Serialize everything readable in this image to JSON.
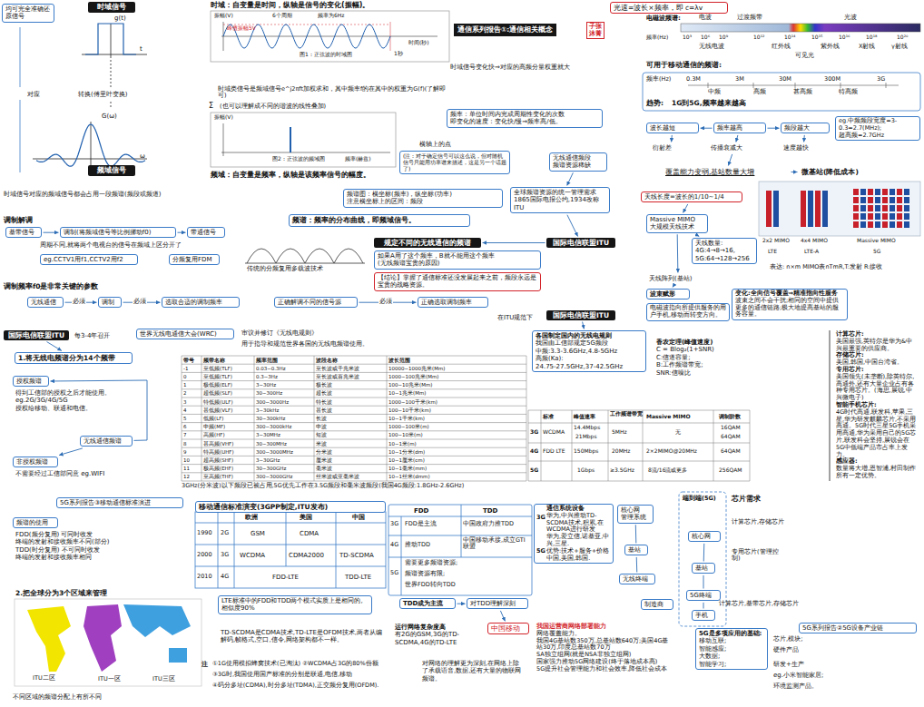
{
  "diagram": {
    "title": "通信系列报告①:通信相关概念",
    "nodes": [
      {
        "text": [
          "均可完全准确还原信号"
        ]
      },
      {
        "text": [
          "时域信号"
        ]
      },
      {
        "text": [
          "频域信号"
        ]
      },
      {
        "text": [
          "频率：单位时间内完成周期性变化的次数",
          "即变化的速度：变化快/慢⇒频率高/低。"
        ]
      },
      {
        "text": [
          "(注：对于确定信号可以这么说，但对随机信号只能用功率谱来描述，这是另一个话题了)"
        ]
      },
      {
        "text": [
          "无线通信频段",
          "频谱资源稀缺"
        ]
      },
      {
        "text": [
          "全球频谱资源的统一管理需求",
          "1865国际电报公约,1934改称ITU"
        ]
      },
      {
        "text": [
          "频谱图：横坐标(频率)，纵坐标(功率)",
          "注意横坐标上的区间：频段"
        ]
      },
      {
        "text": [
          "频谱：频率的分布曲线，即频域信号。"
        ]
      },
      {
        "text": [
          "光速=波长×频率，即 c=λv"
        ]
      },
      {
        "text": [
          "波长越短"
        ]
      },
      {
        "text": [
          "频率越高"
        ]
      },
      {
        "text": [
          "频段越大"
        ]
      },
      {
        "text": [
          "eg.中频频段宽度=3-0.3=2.7(MHz);",
          "超高频=2.7GHz"
        ]
      },
      {
        "text": [
          "衍射差"
        ]
      },
      {
        "text": [
          "传播衰减大"
        ]
      },
      {
        "text": [
          "速度越快"
        ]
      },
      {
        "text": [
          "覆盖能力变弱,基站数量大增"
        ]
      },
      {
        "text": [
          "微基站(降低成本)"
        ]
      },
      {
        "text": [
          "天线长度=波长的1/10~1/4"
        ]
      },
      {
        "text": [
          "Massive MIMO",
          "大规模天线技术"
        ]
      },
      {
        "text": [
          "天线数量:",
          "4G:4→8→16,",
          "5G:64→128→256"
        ]
      },
      {
        "text": [
          "天线阵列(基站)"
        ]
      },
      {
        "text": [
          "波束赋形"
        ]
      },
      {
        "text": [
          "电磁波指向所提供服务的用户手机,移动而转变方向。"
        ]
      },
      {
        "text": [
          "变化:全向信号覆盖⇒精准指向性服务",
          "波束之间不会干扰;相同的空间中提供更多的通信链路;极大地提高基站的服务容量。"
        ]
      },
      {
        "text": [
          "香农定理(峰值速度)",
          "C = Blog₂(1+SNR)",
          "C:信道容量;",
          "B:工作频谱带宽;",
          "SNR:信噪比"
        ]
      },
      {
        "text": [
          "计算芯片:",
          "美国最强,英特尔是华为&中兴最重要的供应商。",
          "存储芯片:",
          "美国,韩国,中国台湾省。",
          "专用芯片:",
          "美国领先(未垄断),除英特尔,高通外,还有大量企业占有各种专用芯片。(海思,展锐,中兴微电子)",
          "智能手机芯片:",
          "4G时代高通,联发科,苹果,三星,华为研发麒麟芯片,不采用高通。5G时代三星5G手机采用高通,华为采用自己的5G芯片,联发科会坚持,展锐会在5G中低端产品市占率上发力。",
          "感应器:",
          "数量将大增,恩智浦,村田制作所有一定优势。"
        ]
      },
      {
        "text": [
          "基带信号"
        ]
      },
      {
        "text": [
          "调制(将频域信号等比例挪动f0)"
        ]
      },
      {
        "text": [
          "带通信号"
        ]
      },
      {
        "text": [
          "eg.CCTV1用f1,CCTV2用f2"
        ]
      },
      {
        "text": [
          "分频复用FDM"
        ]
      },
      {
        "text": [
          "无线通信"
        ]
      },
      {
        "text": [
          "调制"
        ]
      },
      {
        "text": [
          "选取合适的调制频率"
        ]
      },
      {
        "text": [
          "正确解调不同的信号源"
        ]
      },
      {
        "text": [
          "正确选取调制频率"
        ]
      },
      {
        "text": [
          "规定不同的无线通信的频谱"
        ]
      },
      {
        "text": [
          "如果A用了这个频率，B就不能用这个频率",
          "(无线频谱宝贵的原因)"
        ]
      },
      {
        "text": [
          "【结论】掌握了通信标准还没发展起来之前，频段永远是宝贵的战略资源。"
        ]
      },
      {
        "text": [
          "国际电信联盟ITU"
        ]
      },
      {
        "text": [
          "国际电信联盟ITU"
        ]
      },
      {
        "text": [
          "国际电信联盟ITU"
        ]
      },
      {
        "text": [
          "世界无线电通信大会(WRC)"
        ]
      },
      {
        "text": [
          "1.将无线电频谱分为14个频带"
        ]
      },
      {
        "text": [
          "各国制定国内的无线电规则",
          "我国由工信部规定5G频段",
          "中频:3.3-3.6GHz,4.8-5GHz",
          "高频(Ka):",
          "24.75-27.5GHz,37-42.5GHz"
        ]
      },
      {
        "text": [
          "授权频谱"
        ]
      },
      {
        "text": [
          "得到工信部的授权之后才能使用。",
          "eg.2G/3G/4G/5G",
          "授权给移动、联通和电信。"
        ]
      },
      {
        "text": [
          "无线通信频谱"
        ]
      },
      {
        "text": [
          "非授权频谱"
        ]
      },
      {
        "text": [
          "不需要经过工信部同意 eg.WIFI"
        ]
      },
      {
        "text": [
          "5G系列报告③移动通信标准演进"
        ]
      },
      {
        "text": [
          "频谱的使用"
        ]
      },
      {
        "text": [
          "FDD(频分复用) 可同时收发",
          "终端的发射和接收频率不同(部分)",
          "TDD(时分复用) 不可同时收发",
          "终端的发射和接收频率相同"
        ]
      },
      {
        "text": [
          "2.把全球分为3个区域来管理"
        ]
      },
      {
        "text": [
          "移动通信标准演变(3GPP制定,ITU发布)"
        ]
      },
      {
        "text": [
          "LTE标准中的FDD和TDD两个模式实质上是相同的,相似度90%"
        ]
      },
      {
        "text": [
          "TD-SCDMA是CDMA技术,TD-LTE是OFDM技术,两者从编解码,帧格式,空口,信令,网络架构都不一样。"
        ]
      },
      {
        "text": [
          "TDD成为主流"
        ]
      },
      {
        "text": [
          "对TDD理解深刻"
        ]
      },
      {
        "text": [
          "中国移动"
        ]
      },
      {
        "text": [
          "运行网络复杂度高",
          "有2G的GSM,3G的TD-SCDMA,4G的TD-LTE"
        ]
      },
      {
        "text": [
          "对网络的理解更为深刻,在网络上除了承载语音,数据,还有大量的物联网频谱。"
        ]
      },
      {
        "text": [
          "通信系统设备",
          "华为,中兴推动TD-SCDMA技术,积累,在WCDMA进行研发",
          "华为,爱立信,诺基亚,中兴,三星.",
          "优势:技术+服务+价格",
          "中国,美国,韩国."
        ]
      },
      {
        "text": [
          "核心网",
          "管理系统"
        ]
      },
      {
        "text": [
          "基站"
        ]
      },
      {
        "text": [
          "无线终端"
        ]
      },
      {
        "text": [
          "制造商"
        ]
      },
      {
        "text": [
          "我国运营商网络部署能力",
          "网络覆盖能力。",
          "我国4G基站数350万,总基站数640万;美国4G基站30万,印度总基站数70万",
          "SA独立组网(就是NSA非独立组网)",
          "国家强力推动5G网络建设(终于落地成本高)",
          "5G提升社会管理能力和社会效率,降低社会成本"
        ]
      },
      {
        "text": [
          "核心网"
        ]
      },
      {
        "text": [
          "基站"
        ]
      },
      {
        "text": [
          "5G终端"
        ]
      },
      {
        "text": [
          "手机"
        ]
      },
      {
        "text": [
          "5G是多项应用的基础:",
          "移动互联;",
          "智能感应;",
          "大数据;",
          "智能学习;"
        ]
      },
      {
        "text": [
          "5G系列报告②5G设备产业链"
        ]
      }
    ],
    "edges": [
      {
        "from": 5,
        "to": 6,
        "arrow": "to"
      },
      {
        "from": 6,
        "to": 41,
        "arrow": "to"
      },
      {
        "from": 41,
        "to": 38,
        "arrow": "to"
      },
      {
        "from": 42,
        "to": 46,
        "arrow": "to"
      },
      {
        "from": 43,
        "to": 45,
        "arrow": "to"
      },
      {
        "from": 49,
        "to": 47,
        "arrow": "to"
      },
      {
        "from": 49,
        "to": 50,
        "arrow": "to"
      },
      {
        "from": 11,
        "to": 10,
        "arrow": "to"
      },
      {
        "from": 11,
        "to": 12,
        "arrow": "to"
      },
      {
        "from": 10,
        "to": 14,
        "arrow": "to"
      },
      {
        "from": 11,
        "to": 15,
        "arrow": "to"
      },
      {
        "from": 12,
        "to": 16,
        "arrow": "to"
      },
      {
        "from": 15,
        "to": 17,
        "arrow": "to"
      },
      {
        "from": 17,
        "to": 18,
        "arrow": "to"
      },
      {
        "from": 19,
        "to": 20,
        "arrow": "to"
      },
      {
        "from": 20,
        "to": 21,
        "arrow": "to"
      },
      {
        "from": 20,
        "to": 22,
        "arrow": "to"
      },
      {
        "from": 22,
        "to": 23,
        "arrow": "to"
      },
      {
        "from": 28,
        "to": 29,
        "arrow": "to"
      },
      {
        "from": 29,
        "to": 30,
        "arrow": "to"
      },
      {
        "from": 33,
        "to": 34,
        "label": "必须",
        "arrow": "to"
      },
      {
        "from": 34,
        "to": 35,
        "label": "必须",
        "arrow": "to"
      },
      {
        "from": 36,
        "to": 37,
        "label": "必须",
        "arrow": "to"
      },
      {
        "from": 59,
        "to": 60,
        "arrow": "to"
      },
      {
        "from": 60,
        "to": 61,
        "arrow": "to"
      },
      {
        "from": 65,
        "to": 66,
        "arrow": "none"
      },
      {
        "from": 66,
        "to": 67,
        "arrow": "none"
      },
      {
        "from": 70,
        "to": 71,
        "arrow": "none"
      },
      {
        "from": 71,
        "to": 72,
        "arrow": "none"
      },
      {
        "from": 72,
        "to": 73,
        "arrow": "none"
      }
    ],
    "labels": [
      "g(t)",
      "t",
      "对应",
      "转换(傅里叶变换)",
      "G(ω)",
      "ω",
      "时域：自变量是时间，纵轴是信号的变化(振幅)。",
      "振幅(V)",
      "峰值振幅5V",
      "6个周期",
      "频率为6Hz",
      "1秒",
      "时间(秒)",
      "图1：正弦波的时域图",
      "时域类信号是频域信号e^j2πft加权求和，其中频率f的在其中的权重为G(f)(了解即可)",
      "Σ",
      "(也可以理解成不同的谐波的线性叠加)",
      "时域信号变化快⇒对应的高频分量权重就大",
      "振幅(V)",
      "频率(赫兹)",
      "图2：正弦波的频域图",
      "横轴上的点",
      "频域：自变量是频率，纵轴是该频率信号的幅度。",
      "时域信号对应的频域信号都会占用一段频谱(频段或频道)",
      "子张沐菁",
      "电磁波频谱:",
      "电波",
      "过渡频带",
      "光波",
      "频率(Hz)",
      "10³",
      "10⁶",
      "10⁹",
      "10¹²",
      "10¹⁴",
      "10¹⁵",
      "10¹⁶",
      "10¹⁸",
      "10²⁰",
      "无线电波",
      "红外线",
      "紫外线",
      "X射线",
      "γ射线",
      "可见光",
      "可用于移动通信的频谱:",
      "频率(Hz)",
      "0.3M",
      "3M",
      "30M",
      "300M",
      "3G",
      "中频",
      "高频",
      "甚高频",
      "特高频",
      "趋势:",
      "1G到5G,频率越来越高",
      "2x2 MIMO",
      "4x4 MIMO",
      "Massive MIMO",
      "LTE",
      "LTE-A",
      "5G",
      "表达: n×m MIMO表nTmR,T:发射 R:接收",
      "调制解调",
      "周期不同,就将两个电视台的信号在频域上区分开了",
      "传统的分频复用多载波技术",
      "调制频率f0是非常关键的参数",
      "在ITU规范下",
      "每3-4年召开",
      "审议并修订《无线电规则》",
      "用于指导和规范世界各国的无线电频谱使用。",
      "带号",
      "频带名称",
      "频率范围",
      "波段名称",
      "波长范围",
      "-1",
      "至低频(TLF)",
      "0.03~0.3Hz",
      "至长波或千兆米波",
      "10000~1000兆米(Mm)",
      "0",
      "至低频(TLF)",
      "0.3~3Hz",
      "至长波或百兆米波",
      "1000~100兆米(Mm)",
      "1",
      "极低频(ELF)",
      "3~30Hz",
      "极长波",
      "100~10兆米(Mm)",
      "2",
      "超低频(SLF)",
      "30~300Hz",
      "超长波",
      "10~1兆米(Mm)",
      "3",
      "特低频(ULF)",
      "300~3000Hz",
      "特长波",
      "1000~100千米(km)",
      "4",
      "甚低频(VLF)",
      "3~30kHz",
      "甚长波",
      "100~10千米(km)",
      "5",
      "低频(LF)",
      "30~300kHz",
      "长波",
      "10~1千米(km)",
      "6",
      "中频(MF)",
      "300~3000kHz",
      "中波",
      "1000~100米(m)",
      "7",
      "高频(HF)",
      "3~30MHz",
      "短波",
      "100~10米(m)",
      "8",
      "甚高频(VHF)",
      "30~300MHz",
      "米波",
      "10~1米(m)",
      "9",
      "特高频(UHF)",
      "300~3000MHz",
      "分米波",
      "10~1分米(dm)",
      "10",
      "超高频(SHF)",
      "3~30GHz",
      "厘米波",
      "10~1厘米(cm)",
      "11",
      "极高频(EHF)",
      "30~300GHz",
      "毫米波",
      "10~1毫米(mm)",
      "12",
      "至高频(THF)",
      "300~3000GHz",
      "丝米波或亚毫米波",
      "10~1丝米(dmm)",
      "3GHz(分米波)以下频段已被占用,5G优先工作在3.5G频段和毫米波频段(我国4G频段:1.8GHz-2.6GHz)",
      "欧洲",
      "美国",
      "中国",
      "1990",
      "2G",
      "GSM",
      "CDMA",
      "2000",
      "3G",
      "WCDMA",
      "CDMA2000",
      "TD-SCDMA",
      "2010",
      "4G",
      "FDD-LTE",
      "TDD-LTE",
      "注",
      "①1G使用模拟蜂窝技术(已淘汰) ②WCDMA占3G的80%份额",
      "③3G时,我国使用国产标准的分别是联通,电信,移动",
      "④码分多址(CDMA),时分多址(TDMA),正交频分复用(OFDM).",
      "FDD",
      "TDD",
      "3G",
      "FDD是主流",
      "中国政府力推TDD",
      "4G",
      "推动TDD",
      "中国移动承接,成立GTI联盟",
      "5G",
      "需要更多频谱资源;",
      "频谱资源有限;",
      "世界FDD转向TDD",
      "ITU二区",
      "ITU一区",
      "ITU三区",
      "不同区域的频谱分配上有所不同",
      "标准",
      "峰值速率",
      "工作频谱带宽",
      "Massive MIMO",
      "调制阶数",
      "3G",
      "WCDMA",
      "14.4Mbps",
      "21Mbps",
      "5MHz",
      "无",
      "16QAM",
      "64QAM",
      "4G",
      "FDD LTE",
      "150Mbps",
      "20MHz",
      "2×2MIMO@20MHz",
      "64QAM",
      "5G",
      "1Gbps",
      "≥3.5GHz",
      "8流/16流或更多",
      "256QAM",
      "3G",
      "5G",
      "端到端(5G)",
      "芯片需求",
      "计算芯片,存储芯片",
      "专用芯片(管理控制)",
      "计算芯片,基带芯片,存储芯片",
      "芯片,模块;",
      "硬件产品",
      "研发+生产",
      "eg.小米智能家居;",
      "环境监测产品。"
    ]
  }
}
